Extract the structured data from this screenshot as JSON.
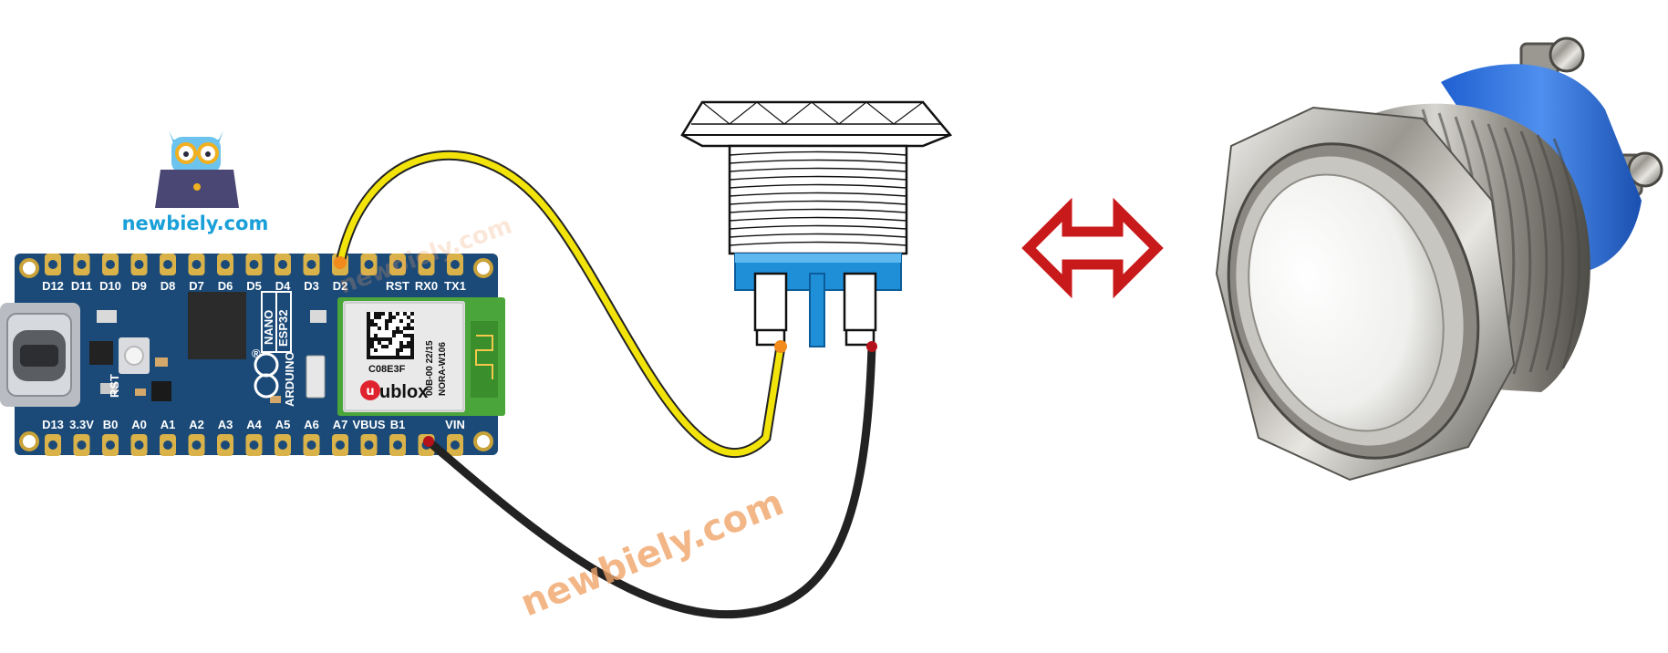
{
  "logo": {
    "text": "newbiely.com",
    "color": "#1aa0d8"
  },
  "watermark": {
    "text": "newbiely.com",
    "color": "#f1a46a"
  },
  "board": {
    "name": "ARDUINO",
    "model_line1": "NANO",
    "model_line2": "ESP32",
    "registered": "®",
    "top_pins": [
      "D12",
      "D11",
      "D10",
      "D9",
      "D8",
      "D7",
      "D6",
      "D5",
      "D4",
      "D3",
      "D2",
      "",
      "RST",
      "RX0",
      "TX1"
    ],
    "bottom_pins": [
      "D13",
      "3.3V",
      "B0",
      "A0",
      "A1",
      "A2",
      "A3",
      "A4",
      "A5",
      "A6",
      "A7",
      "VBUS",
      "B1",
      "",
      "VIN"
    ],
    "rst_button_label": "RST",
    "module": {
      "code": "C08E3F",
      "brand": "ublox",
      "line1": "00B-00 22/15",
      "line2": "NORA-W106"
    },
    "color": "#1a4a7a"
  },
  "wires": {
    "signal_color": "#f2e40a",
    "ground_color": "#222222"
  },
  "equivalence_arrow_color": "#c81a1a"
}
